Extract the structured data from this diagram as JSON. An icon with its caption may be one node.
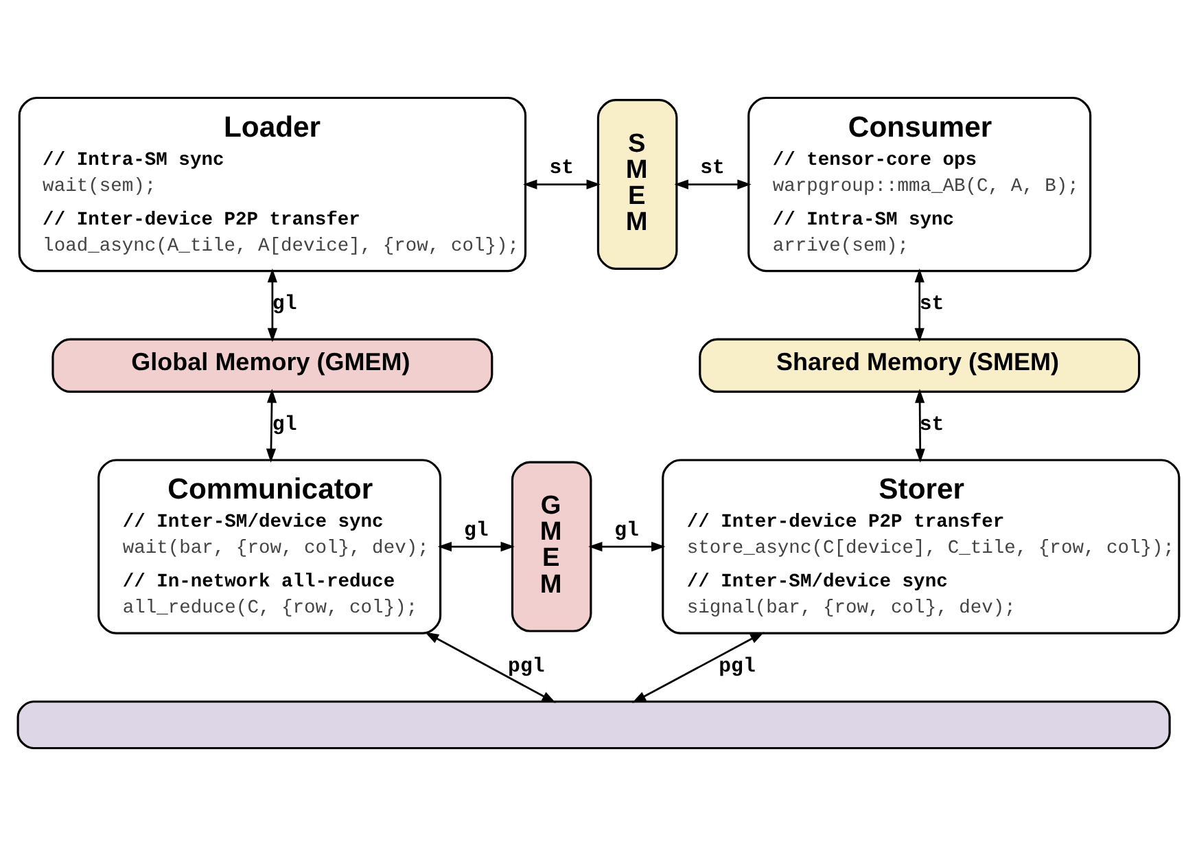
{
  "diagram": {
    "nodes": [
      {
        "text": [
          "Loader",
          "// Intra-SM sync",
          "wait(sem);",
          "// Inter-device P2P transfer",
          "load_async(A_tile, A[device], {row, col});"
        ]
      },
      {
        "text": [
          "SMEM"
        ]
      },
      {
        "text": [
          "Consumer",
          "// tensor-core ops",
          "warpgroup::mma_AB(C, A, B);",
          "// Intra-SM sync",
          "arrive(sem);"
        ]
      },
      {
        "text": [
          "Global Memory (GMEM)"
        ]
      },
      {
        "text": [
          "Shared Memory (SMEM)"
        ]
      },
      {
        "text": [
          "Communicator",
          "// Inter-SM/device sync",
          "wait(bar, {row, col}, dev);",
          "// In-network all-reduce",
          "all_reduce(C, {row, col});"
        ]
      },
      {
        "text": [
          "GMEM"
        ]
      },
      {
        "text": [
          "Storer",
          "// Inter-device P2P transfer",
          "store_async(C[device], C_tile, {row, col});",
          "// Inter-SM/device sync",
          "signal(bar, {row, col}, dev);"
        ]
      },
      {
        "text": [],
        "shape": "bar"
      }
    ],
    "edges": [
      {
        "from": 0,
        "to": 1,
        "arrow": "both",
        "label": "st"
      },
      {
        "from": 1,
        "to": 2,
        "arrow": "both",
        "label": "st"
      },
      {
        "from": 0,
        "to": 3,
        "arrow": "both",
        "label": "gl"
      },
      {
        "from": 2,
        "to": 4,
        "arrow": "both",
        "label": "st"
      },
      {
        "from": 3,
        "to": 5,
        "arrow": "both",
        "label": "gl"
      },
      {
        "from": 4,
        "to": 7,
        "arrow": "both",
        "label": "st"
      },
      {
        "from": 5,
        "to": 6,
        "arrow": "both",
        "label": "gl"
      },
      {
        "from": 6,
        "to": 7,
        "arrow": "both",
        "label": "gl"
      },
      {
        "from": 5,
        "to": 8,
        "arrow": "both",
        "label": "pgl"
      },
      {
        "from": 7,
        "to": 8,
        "arrow": "both",
        "label": "pgl"
      }
    ]
  }
}
